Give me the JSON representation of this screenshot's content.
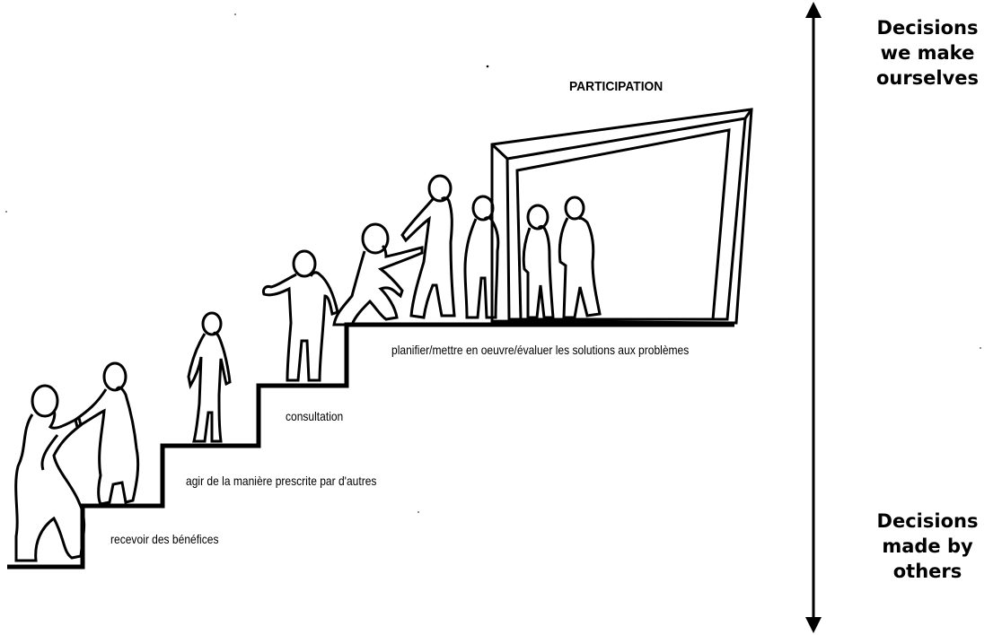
{
  "diagram": {
    "title": "PARTICIPATION",
    "steps": [
      "recevoir des bénéfices",
      "agir de la manière prescrite par d'autres",
      "consultation",
      "planifier/mettre en oeuvre/évaluer les solutions aux problèmes"
    ],
    "axis": {
      "top_lines": [
        "Decisions",
        "we make",
        "ourselves"
      ],
      "bottom_lines": [
        "Decisions",
        "made by",
        "others"
      ]
    },
    "colors": {
      "ink": "#000000",
      "background": "#ffffff"
    }
  }
}
